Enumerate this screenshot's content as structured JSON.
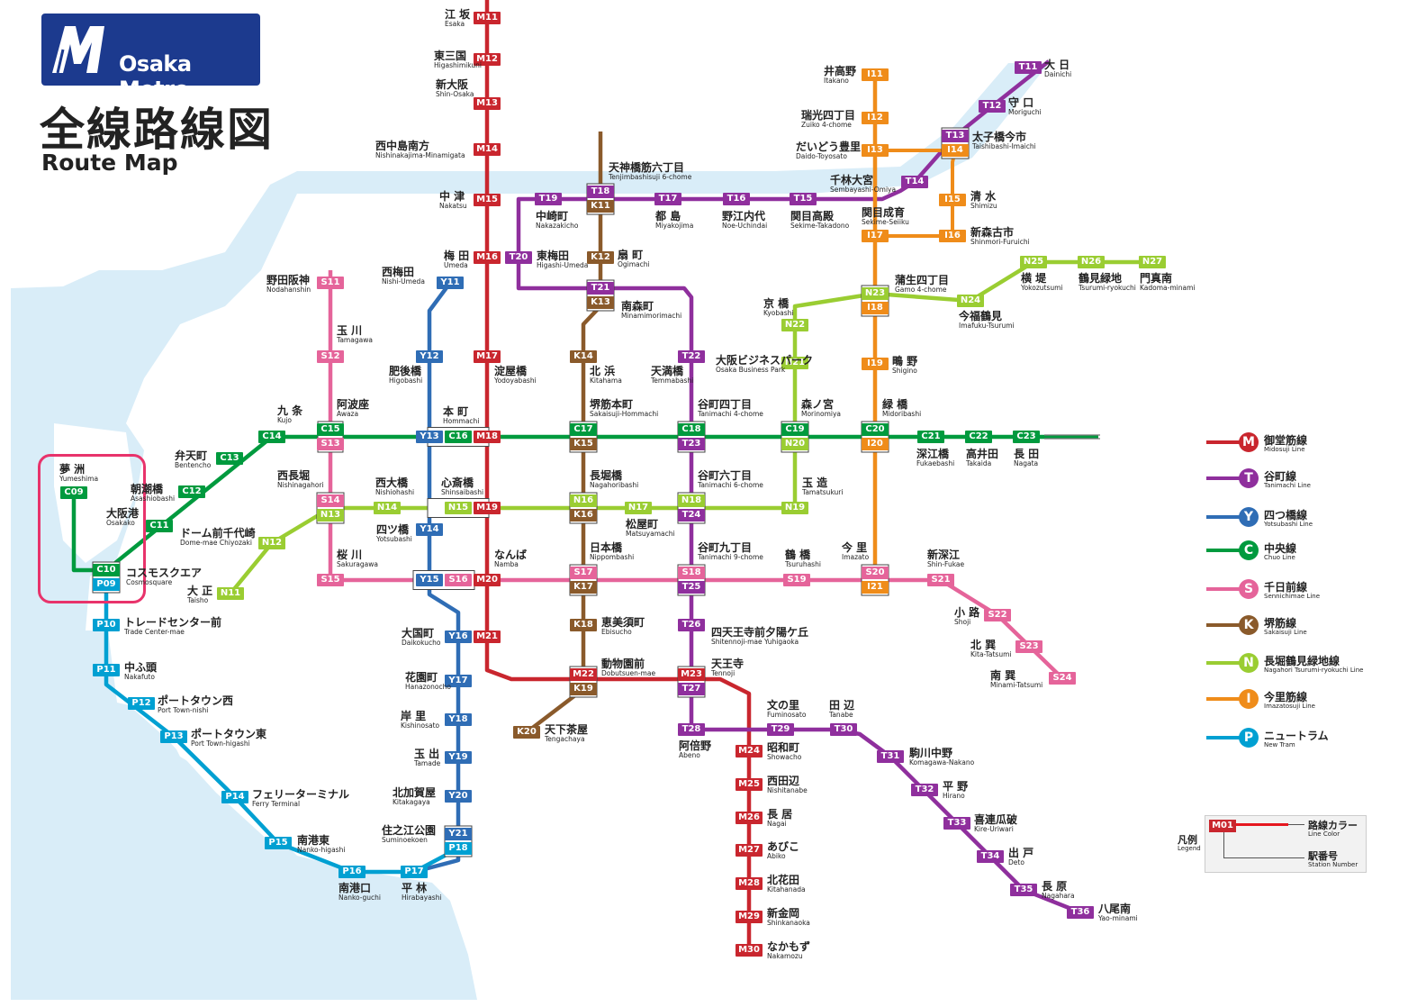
{
  "logo": {
    "brand": "Osaka Metro"
  },
  "title": {
    "ja": "全線路線図",
    "en": "Route Map"
  },
  "colors": {
    "M": "#e5171f",
    "T": "#8f2f9d",
    "Y": "#2f6db5",
    "C": "#009a3e",
    "S": "#e5649a",
    "K": "#8a5a2b",
    "N": "#9acd32",
    "I": "#ef8c1a",
    "P": "#00a0d2",
    "water": "#d9edf8",
    "highlight": "#e8336b"
  },
  "legend": [
    {
      "letter": "M",
      "ja": "御堂筋線",
      "en": "Midosuji Line",
      "color": "#c9262e"
    },
    {
      "letter": "T",
      "ja": "谷町線",
      "en": "Tanimachi Line",
      "color": "#8f2f9d"
    },
    {
      "letter": "Y",
      "ja": "四つ橋線",
      "en": "Yotsubashi Line",
      "color": "#2f6db5"
    },
    {
      "letter": "C",
      "ja": "中央線",
      "en": "Chuo Line",
      "color": "#009a3e"
    },
    {
      "letter": "S",
      "ja": "千日前線",
      "en": "Sennichimae Line",
      "color": "#e5649a"
    },
    {
      "letter": "K",
      "ja": "堺筋線",
      "en": "Sakaisuji Line",
      "color": "#8a5a2b"
    },
    {
      "letter": "N",
      "ja": "長堀鶴見緑地線",
      "en": "Nagahori Tsurumi-ryokuchi Line",
      "color": "#9acd32"
    },
    {
      "letter": "I",
      "ja": "今里筋線",
      "en": "Imazatosuji Line",
      "color": "#ef8c1a"
    },
    {
      "letter": "P",
      "ja": "ニュートラム",
      "en": "New Tram",
      "color": "#00a0d2"
    }
  ],
  "guide": {
    "title_ja": "凡例",
    "title_en": "Legend",
    "sample_code": "M01",
    "line_color_ja": "路線カラー",
    "line_color_en": "Line Color",
    "station_number_ja": "駅番号",
    "station_number_en": "Station Number"
  },
  "badges": [
    {
      "code": "M11",
      "line": "M"
    },
    {
      "code": "M12",
      "line": "M"
    },
    {
      "code": "M13",
      "line": "M"
    },
    {
      "code": "M14",
      "line": "M"
    },
    {
      "code": "M15",
      "line": "M"
    },
    {
      "code": "M16",
      "line": "M"
    },
    {
      "code": "M17",
      "line": "M"
    },
    {
      "code": "M18",
      "line": "M"
    },
    {
      "code": "M19",
      "line": "M"
    },
    {
      "code": "M20",
      "line": "M"
    },
    {
      "code": "M21",
      "line": "M"
    },
    {
      "code": "M22",
      "line": "M"
    },
    {
      "code": "M23",
      "line": "M"
    },
    {
      "code": "M24",
      "line": "M"
    },
    {
      "code": "M25",
      "line": "M"
    },
    {
      "code": "M26",
      "line": "M"
    },
    {
      "code": "M27",
      "line": "M"
    },
    {
      "code": "M28",
      "line": "M"
    },
    {
      "code": "M29",
      "line": "M"
    },
    {
      "code": "M30",
      "line": "M"
    },
    {
      "code": "T11",
      "line": "T"
    },
    {
      "code": "T12",
      "line": "T"
    },
    {
      "code": "T13",
      "line": "T"
    },
    {
      "code": "T14",
      "line": "T"
    },
    {
      "code": "T15",
      "line": "T"
    },
    {
      "code": "T16",
      "line": "T"
    },
    {
      "code": "T17",
      "line": "T"
    },
    {
      "code": "T18",
      "line": "T"
    },
    {
      "code": "T19",
      "line": "T"
    },
    {
      "code": "T20",
      "line": "T"
    },
    {
      "code": "T21",
      "line": "T"
    },
    {
      "code": "T22",
      "line": "T"
    },
    {
      "code": "T23",
      "line": "T"
    },
    {
      "code": "T24",
      "line": "T"
    },
    {
      "code": "T25",
      "line": "T"
    },
    {
      "code": "T26",
      "line": "T"
    },
    {
      "code": "T27",
      "line": "T"
    },
    {
      "code": "T28",
      "line": "T"
    },
    {
      "code": "T29",
      "line": "T"
    },
    {
      "code": "T30",
      "line": "T"
    },
    {
      "code": "T31",
      "line": "T"
    },
    {
      "code": "T32",
      "line": "T"
    },
    {
      "code": "T33",
      "line": "T"
    },
    {
      "code": "T34",
      "line": "T"
    },
    {
      "code": "T35",
      "line": "T"
    },
    {
      "code": "T36",
      "line": "T"
    },
    {
      "code": "Y11",
      "line": "Y"
    },
    {
      "code": "Y12",
      "line": "Y"
    },
    {
      "code": "Y13",
      "line": "Y"
    },
    {
      "code": "Y14",
      "line": "Y"
    },
    {
      "code": "Y15",
      "line": "Y"
    },
    {
      "code": "Y16",
      "line": "Y"
    },
    {
      "code": "Y17",
      "line": "Y"
    },
    {
      "code": "Y18",
      "line": "Y"
    },
    {
      "code": "Y19",
      "line": "Y"
    },
    {
      "code": "Y20",
      "line": "Y"
    },
    {
      "code": "Y21",
      "line": "Y"
    },
    {
      "code": "C09",
      "line": "C"
    },
    {
      "code": "C10",
      "line": "C"
    },
    {
      "code": "C11",
      "line": "C"
    },
    {
      "code": "C12",
      "line": "C"
    },
    {
      "code": "C13",
      "line": "C"
    },
    {
      "code": "C14",
      "line": "C"
    },
    {
      "code": "C15",
      "line": "C"
    },
    {
      "code": "C16",
      "line": "C"
    },
    {
      "code": "C17",
      "line": "C"
    },
    {
      "code": "C18",
      "line": "C"
    },
    {
      "code": "C19",
      "line": "C"
    },
    {
      "code": "C20",
      "line": "C"
    },
    {
      "code": "C21",
      "line": "C"
    },
    {
      "code": "C22",
      "line": "C"
    },
    {
      "code": "C23",
      "line": "C"
    },
    {
      "code": "S11",
      "line": "S"
    },
    {
      "code": "S12",
      "line": "S"
    },
    {
      "code": "S13",
      "line": "S"
    },
    {
      "code": "S14",
      "line": "S"
    },
    {
      "code": "S15",
      "line": "S"
    },
    {
      "code": "S16",
      "line": "S"
    },
    {
      "code": "S17",
      "line": "S"
    },
    {
      "code": "S18",
      "line": "S"
    },
    {
      "code": "S19",
      "line": "S"
    },
    {
      "code": "S20",
      "line": "S"
    },
    {
      "code": "S21",
      "line": "S"
    },
    {
      "code": "S22",
      "line": "S"
    },
    {
      "code": "S23",
      "line": "S"
    },
    {
      "code": "S24",
      "line": "S"
    },
    {
      "code": "K11",
      "line": "K"
    },
    {
      "code": "K12",
      "line": "K"
    },
    {
      "code": "K13",
      "line": "K"
    },
    {
      "code": "K14",
      "line": "K"
    },
    {
      "code": "K15",
      "line": "K"
    },
    {
      "code": "K16",
      "line": "K"
    },
    {
      "code": "K17",
      "line": "K"
    },
    {
      "code": "K18",
      "line": "K"
    },
    {
      "code": "K19",
      "line": "K"
    },
    {
      "code": "K20",
      "line": "K"
    },
    {
      "code": "N11",
      "line": "N"
    },
    {
      "code": "N12",
      "line": "N"
    },
    {
      "code": "N13",
      "line": "N"
    },
    {
      "code": "N14",
      "line": "N"
    },
    {
      "code": "N15",
      "line": "N"
    },
    {
      "code": "N16",
      "line": "N"
    },
    {
      "code": "N17",
      "line": "N"
    },
    {
      "code": "N18",
      "line": "N"
    },
    {
      "code": "N19",
      "line": "N"
    },
    {
      "code": "N20",
      "line": "N"
    },
    {
      "code": "N21",
      "line": "N"
    },
    {
      "code": "N22",
      "line": "N"
    },
    {
      "code": "N23",
      "line": "N"
    },
    {
      "code": "N24",
      "line": "N"
    },
    {
      "code": "N25",
      "line": "N"
    },
    {
      "code": "N26",
      "line": "N"
    },
    {
      "code": "N27",
      "line": "N"
    },
    {
      "code": "I11",
      "line": "I"
    },
    {
      "code": "I12",
      "line": "I"
    },
    {
      "code": "I13",
      "line": "I"
    },
    {
      "code": "I14",
      "line": "I"
    },
    {
      "code": "I15",
      "line": "I"
    },
    {
      "code": "I16",
      "line": "I"
    },
    {
      "code": "I17",
      "line": "I"
    },
    {
      "code": "I18",
      "line": "I"
    },
    {
      "code": "I19",
      "line": "I"
    },
    {
      "code": "I20",
      "line": "I"
    },
    {
      "code": "I21",
      "line": "I"
    },
    {
      "code": "P09",
      "line": "P"
    },
    {
      "code": "P10",
      "line": "P"
    },
    {
      "code": "P11",
      "line": "P"
    },
    {
      "code": "P12",
      "line": "P"
    },
    {
      "code": "P13",
      "line": "P"
    },
    {
      "code": "P14",
      "line": "P"
    },
    {
      "code": "P15",
      "line": "P"
    },
    {
      "code": "P16",
      "line": "P"
    },
    {
      "code": "P17",
      "line": "P"
    },
    {
      "code": "P18",
      "line": "P"
    }
  ],
  "stations": [
    {
      "ja": "江 坂",
      "en": "Esaka"
    },
    {
      "ja": "東三国",
      "en": "Higashimikuni"
    },
    {
      "ja": "新大阪",
      "en": "Shin-Osaka"
    },
    {
      "ja": "西中島南方",
      "en": "Nishinakajima-Minamigata"
    },
    {
      "ja": "中 津",
      "en": "Nakatsu"
    },
    {
      "ja": "梅 田",
      "en": "Umeda"
    },
    {
      "ja": "淀屋橋",
      "en": "Yodoyabashi"
    },
    {
      "ja": "本 町",
      "en": "Hommachi"
    },
    {
      "ja": "心斎橋",
      "en": "Shinsaibashi"
    },
    {
      "ja": "なんば",
      "en": "Namba"
    },
    {
      "ja": "大国町",
      "en": "Daikokucho"
    },
    {
      "ja": "動物園前",
      "en": "Dobutsuen-mae"
    },
    {
      "ja": "天王寺",
      "en": "Tennoji"
    },
    {
      "ja": "昭和町",
      "en": "Showacho"
    },
    {
      "ja": "西田辺",
      "en": "Nishitanabe"
    },
    {
      "ja": "長 居",
      "en": "Nagai"
    },
    {
      "ja": "あびこ",
      "en": "Abiko"
    },
    {
      "ja": "北花田",
      "en": "Kitahanada"
    },
    {
      "ja": "新金岡",
      "en": "Shinkanaoka"
    },
    {
      "ja": "なかもず",
      "en": "Nakamozu"
    },
    {
      "ja": "大 日",
      "en": "Dainichi"
    },
    {
      "ja": "守 口",
      "en": "Moriguchi"
    },
    {
      "ja": "太子橋今市",
      "en": "Taishibashi-Imaichi"
    },
    {
      "ja": "千林大宮",
      "en": "Sembayashi-Omiya"
    },
    {
      "ja": "関目高殿",
      "en": "Sekime-Takadono"
    },
    {
      "ja": "野江内代",
      "en": "Noe-Uchindai"
    },
    {
      "ja": "都 島",
      "en": "Miyakojima"
    },
    {
      "ja": "天神橋筋六丁目",
      "en": "Tenjimbashisuji 6-chome"
    },
    {
      "ja": "中崎町",
      "en": "Nakazakicho"
    },
    {
      "ja": "東梅田",
      "en": "Higashi-Umeda"
    },
    {
      "ja": "南森町",
      "en": "Minamimorimachi"
    },
    {
      "ja": "天満橋",
      "en": "Temmabashi"
    },
    {
      "ja": "谷町四丁目",
      "en": "Tanimachi 4-chome"
    },
    {
      "ja": "谷町六丁目",
      "en": "Tanimachi 6-chome"
    },
    {
      "ja": "谷町九丁目",
      "en": "Tanimachi 9-chome"
    },
    {
      "ja": "四天王寺前夕陽ケ丘",
      "en": "Shitennoji-mae Yuhigaoka"
    },
    {
      "ja": "阿倍野",
      "en": "Abeno"
    },
    {
      "ja": "文の里",
      "en": "Fuminosato"
    },
    {
      "ja": "田 辺",
      "en": "Tanabe"
    },
    {
      "ja": "駒川中野",
      "en": "Komagawa-Nakano"
    },
    {
      "ja": "平 野",
      "en": "Hirano"
    },
    {
      "ja": "喜連瓜破",
      "en": "Kire-Uriwari"
    },
    {
      "ja": "出 戸",
      "en": "Deto"
    },
    {
      "ja": "長 原",
      "en": "Nagahara"
    },
    {
      "ja": "八尾南",
      "en": "Yao-minami"
    },
    {
      "ja": "西梅田",
      "en": "Nishi-Umeda"
    },
    {
      "ja": "肥後橋",
      "en": "Higobashi"
    },
    {
      "ja": "四ツ橋",
      "en": "Yotsubashi"
    },
    {
      "ja": "花園町",
      "en": "Hanazonocho"
    },
    {
      "ja": "岸 里",
      "en": "Kishinosato"
    },
    {
      "ja": "玉 出",
      "en": "Tamade"
    },
    {
      "ja": "北加賀屋",
      "en": "Kitakagaya"
    },
    {
      "ja": "住之江公園",
      "en": "Suminoekoen"
    },
    {
      "ja": "夢 洲",
      "en": "Yumeshima"
    },
    {
      "ja": "コスモスクエア",
      "en": "Cosmosquare"
    },
    {
      "ja": "大阪港",
      "en": "Osakako"
    },
    {
      "ja": "朝潮橋",
      "en": "Asashiobashi"
    },
    {
      "ja": "弁天町",
      "en": "Bentencho"
    },
    {
      "ja": "九 条",
      "en": "Kujo"
    },
    {
      "ja": "阿波座",
      "en": "Awaza"
    },
    {
      "ja": "堺筋本町",
      "en": "Sakaisuji-Hommachi"
    },
    {
      "ja": "森ノ宮",
      "en": "Morinomiya"
    },
    {
      "ja": "緑 橋",
      "en": "Midoribashi"
    },
    {
      "ja": "深江橋",
      "en": "Fukaebashi"
    },
    {
      "ja": "高井田",
      "en": "Takaida"
    },
    {
      "ja": "長 田",
      "en": "Nagata"
    },
    {
      "ja": "野田阪神",
      "en": "Nodahanshin"
    },
    {
      "ja": "玉 川",
      "en": "Tamagawa"
    },
    {
      "ja": "西長堀",
      "en": "Nishinagahori"
    },
    {
      "ja": "桜 川",
      "en": "Sakuragawa"
    },
    {
      "ja": "日本橋",
      "en": "Nippombashi"
    },
    {
      "ja": "鶴 橋",
      "en": "Tsuruhashi"
    },
    {
      "ja": "今 里",
      "en": "Imazato"
    },
    {
      "ja": "新深江",
      "en": "Shin-Fukae"
    },
    {
      "ja": "小 路",
      "en": "Shoji"
    },
    {
      "ja": "北 巽",
      "en": "Kita-Tatsumi"
    },
    {
      "ja": "南 巽",
      "en": "Minami-Tatsumi"
    },
    {
      "ja": "扇 町",
      "en": "Ogimachi"
    },
    {
      "ja": "北 浜",
      "en": "Kitahama"
    },
    {
      "ja": "長堀橋",
      "en": "Nagahoribashi"
    },
    {
      "ja": "恵美須町",
      "en": "Ebisucho"
    },
    {
      "ja": "天下茶屋",
      "en": "Tengachaya"
    },
    {
      "ja": "大 正",
      "en": "Taisho"
    },
    {
      "ja": "ドーム前千代崎",
      "en": "Dome-mae Chiyozaki"
    },
    {
      "ja": "西大橋",
      "en": "Nishiohashi"
    },
    {
      "ja": "松屋町",
      "en": "Matsuyamachi"
    },
    {
      "ja": "玉 造",
      "en": "Tamatsukuri"
    },
    {
      "ja": "大阪ビジネスパーク",
      "en": "Osaka Business Park"
    },
    {
      "ja": "京 橋",
      "en": "Kyobashi"
    },
    {
      "ja": "蒲生四丁目",
      "en": "Gamo 4-chome"
    },
    {
      "ja": "今福鶴見",
      "en": "Imafuku-Tsurumi"
    },
    {
      "ja": "横 堤",
      "en": "Yokozutsumi"
    },
    {
      "ja": "鶴見緑地",
      "en": "Tsurumi-ryokuchi"
    },
    {
      "ja": "門真南",
      "en": "Kadoma-minami"
    },
    {
      "ja": "井高野",
      "en": "Itakano"
    },
    {
      "ja": "瑞光四丁目",
      "en": "Zuiko 4-chome"
    },
    {
      "ja": "だいどう豊里",
      "en": "Daido-Toyosato"
    },
    {
      "ja": "清 水",
      "en": "Shimizu"
    },
    {
      "ja": "新森古市",
      "en": "Shinmori-Furuichi"
    },
    {
      "ja": "関目成育",
      "en": "Sekime-Seiiku"
    },
    {
      "ja": "鴫 野",
      "en": "Shigino"
    },
    {
      "ja": "トレードセンター前",
      "en": "Trade Center-mae"
    },
    {
      "ja": "中ふ頭",
      "en": "Nakafuto"
    },
    {
      "ja": "ポートタウン西",
      "en": "Port Town-nishi"
    },
    {
      "ja": "ポートタウン東",
      "en": "Port Town-higashi"
    },
    {
      "ja": "フェリーターミナル",
      "en": "Ferry Terminal"
    },
    {
      "ja": "南港東",
      "en": "Nanko-higashi"
    },
    {
      "ja": "南港口",
      "en": "Nanko-guchi"
    },
    {
      "ja": "平 林",
      "en": "Hirabayashi"
    }
  ]
}
